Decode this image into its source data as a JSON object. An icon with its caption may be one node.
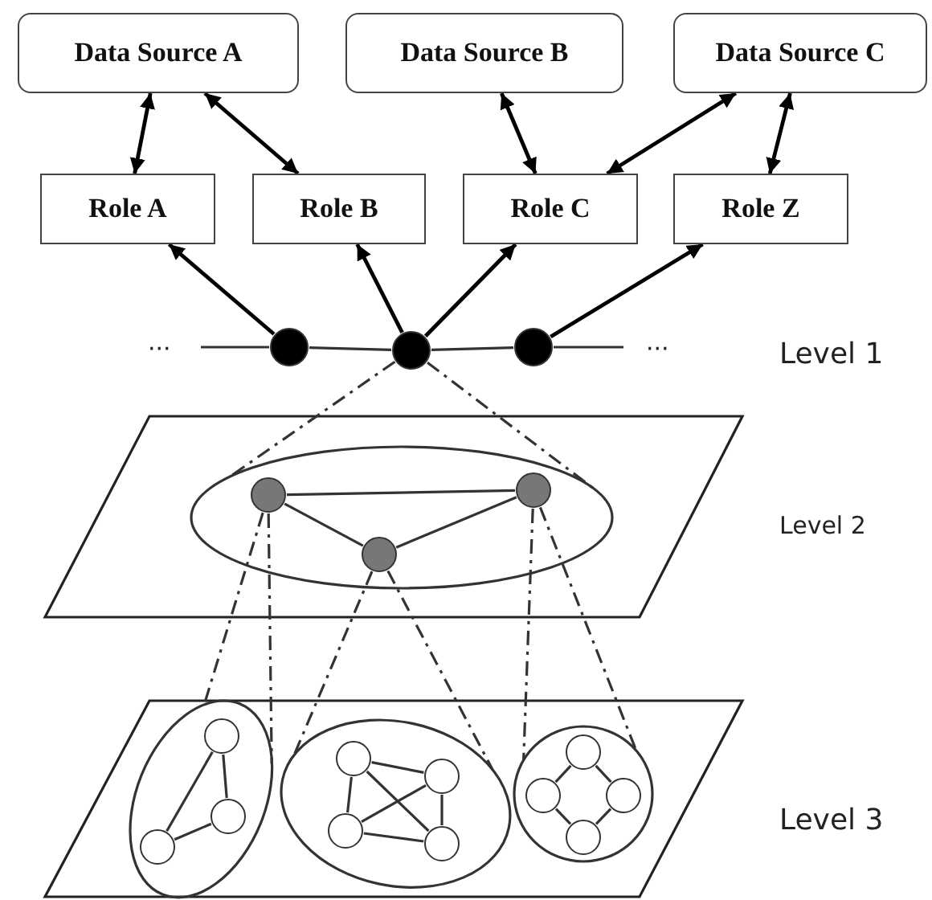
{
  "diagram": {
    "nodes": [
      {
        "text": [
          "Data Source A"
        ]
      },
      {
        "text": [
          "Data Source B"
        ]
      },
      {
        "text": [
          "Data Source C"
        ]
      },
      {
        "text": [
          "Role A"
        ]
      },
      {
        "text": [
          "Role B"
        ]
      },
      {
        "text": [
          "Role C"
        ]
      },
      {
        "text": [
          "Role Z"
        ]
      },
      {
        "text": [],
        "shape": "circle"
      },
      {
        "text": [],
        "shape": "circle"
      },
      {
        "text": [],
        "shape": "circle"
      },
      {
        "text": [],
        "shape": "parallelogram"
      },
      {
        "text": [],
        "shape": "ellipse",
        "in": 10
      },
      {
        "text": [],
        "shape": "circle",
        "in": 11
      },
      {
        "text": [],
        "shape": "circle",
        "in": 11
      },
      {
        "text": [],
        "shape": "circle",
        "in": 11
      },
      {
        "text": [],
        "shape": "parallelogram"
      },
      {
        "text": [],
        "shape": "ellipse",
        "in": 15
      },
      {
        "text": [],
        "shape": "circle",
        "in": 16
      },
      {
        "text": [],
        "shape": "circle",
        "in": 16
      },
      {
        "text": [],
        "shape": "circle",
        "in": 16
      },
      {
        "text": [],
        "shape": "ellipse",
        "in": 15
      },
      {
        "text": [],
        "shape": "circle",
        "in": 20
      },
      {
        "text": [],
        "shape": "circle",
        "in": 20
      },
      {
        "text": [],
        "shape": "circle",
        "in": 20
      },
      {
        "text": [],
        "shape": "circle",
        "in": 20
      },
      {
        "text": [],
        "shape": "ellipse",
        "in": 15
      },
      {
        "text": [],
        "shape": "circle",
        "in": 25
      },
      {
        "text": [],
        "shape": "circle",
        "in": 25
      },
      {
        "text": [],
        "shape": "circle",
        "in": 25
      },
      {
        "text": [],
        "shape": "circle",
        "in": 25
      }
    ],
    "edges": [
      {
        "from": 0,
        "to": 3,
        "arrow": "both"
      },
      {
        "from": 0,
        "to": 4,
        "arrow": "both"
      },
      {
        "from": 1,
        "to": 5,
        "arrow": "both"
      },
      {
        "from": 2,
        "to": 5,
        "arrow": "both"
      },
      {
        "from": 2,
        "to": 6,
        "arrow": "both"
      },
      {
        "from": 7,
        "to": 3,
        "arrow": "to"
      },
      {
        "from": 8,
        "to": 4,
        "arrow": "to"
      },
      {
        "from": 8,
        "to": 5,
        "arrow": "to"
      },
      {
        "from": 9,
        "to": 6,
        "arrow": "to"
      },
      {
        "from": null,
        "to": 7,
        "arrow": "none"
      },
      {
        "from": 7,
        "to": 8,
        "arrow": "none"
      },
      {
        "from": 8,
        "to": 9,
        "arrow": "none"
      },
      {
        "from": 9,
        "to": null,
        "arrow": "none"
      },
      {
        "from": 8,
        "to": 11,
        "arrow": "none",
        "style": "dashed"
      },
      {
        "from": 8,
        "to": 11,
        "arrow": "none",
        "style": "dashed"
      },
      {
        "from": 12,
        "to": 14,
        "arrow": "none"
      },
      {
        "from": 12,
        "to": 13,
        "arrow": "none"
      },
      {
        "from": 13,
        "to": 14,
        "arrow": "none"
      },
      {
        "from": 12,
        "to": 16,
        "arrow": "none",
        "style": "dashed"
      },
      {
        "from": 12,
        "to": 16,
        "arrow": "none",
        "style": "dashed"
      },
      {
        "from": 13,
        "to": 20,
        "arrow": "none",
        "style": "dashed"
      },
      {
        "from": 13,
        "to": 20,
        "arrow": "none",
        "style": "dashed"
      },
      {
        "from": 14,
        "to": 25,
        "arrow": "none",
        "style": "dashed"
      },
      {
        "from": 14,
        "to": 25,
        "arrow": "none",
        "style": "dashed"
      },
      {
        "from": 17,
        "to": 18,
        "arrow": "none"
      },
      {
        "from": 17,
        "to": 19,
        "arrow": "none"
      },
      {
        "from": 18,
        "to": 19,
        "arrow": "none"
      },
      {
        "from": 21,
        "to": 22,
        "arrow": "none"
      },
      {
        "from": 21,
        "to": 23,
        "arrow": "none"
      },
      {
        "from": 21,
        "to": 24,
        "arrow": "none"
      },
      {
        "from": 22,
        "to": 23,
        "arrow": "none"
      },
      {
        "from": 22,
        "to": 24,
        "arrow": "none"
      },
      {
        "from": 23,
        "to": 24,
        "arrow": "none"
      },
      {
        "from": 26,
        "to": 27,
        "arrow": "none"
      },
      {
        "from": 26,
        "to": 28,
        "arrow": "none"
      },
      {
        "from": 27,
        "to": 29,
        "arrow": "none"
      },
      {
        "from": 28,
        "to": 29,
        "arrow": "none"
      }
    ],
    "labels": [
      "···",
      "···",
      "Level 1",
      "Level 2",
      "Level 3"
    ]
  }
}
